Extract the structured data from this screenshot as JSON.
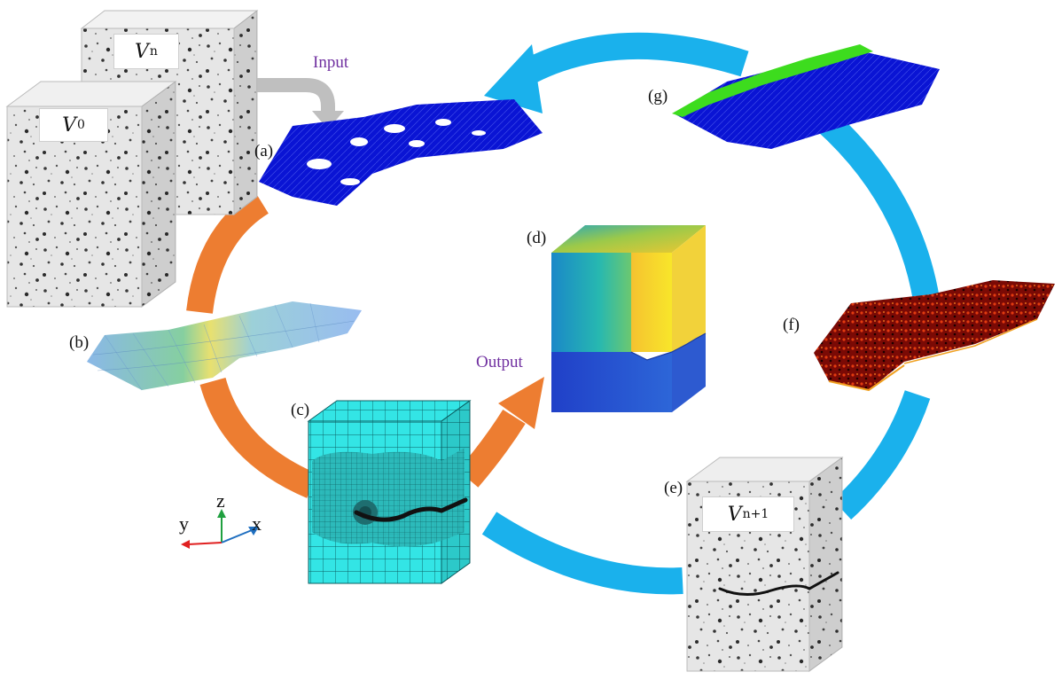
{
  "labels": {
    "a": "(a)",
    "b": "(b)",
    "c": "(c)",
    "d": "(d)",
    "e": "(e)",
    "f": "(f)",
    "g": "(g)"
  },
  "flow": {
    "input": "Input",
    "output": "Output"
  },
  "volumes": [
    {
      "id": "v0",
      "symbol": "V",
      "subscript": "0"
    },
    {
      "id": "vn",
      "symbol": "V",
      "subscript": "n"
    },
    {
      "id": "vn1",
      "symbol": "V",
      "subscript": "n+1"
    }
  ],
  "axes": {
    "z": "z",
    "y": "y",
    "x": "x"
  },
  "colors": {
    "orange_arrow": "#ed7d31",
    "blue_arrow": "#1ab1ec",
    "gray_arrow": "#bfbfbf",
    "purple_text": "#7030a0",
    "point_cloud_blue": "#0a14d4",
    "point_cloud_green": "#3ddc1e",
    "mesh_cyan": "#32e6e6",
    "axis_x": "#1f6fc0",
    "axis_y": "#e02020",
    "axis_z": "#20a040"
  },
  "icons": [
    "ct-volume",
    "point-cloud",
    "surface-mesh",
    "fe-mesh",
    "displacement-field",
    "damage-cloud"
  ]
}
